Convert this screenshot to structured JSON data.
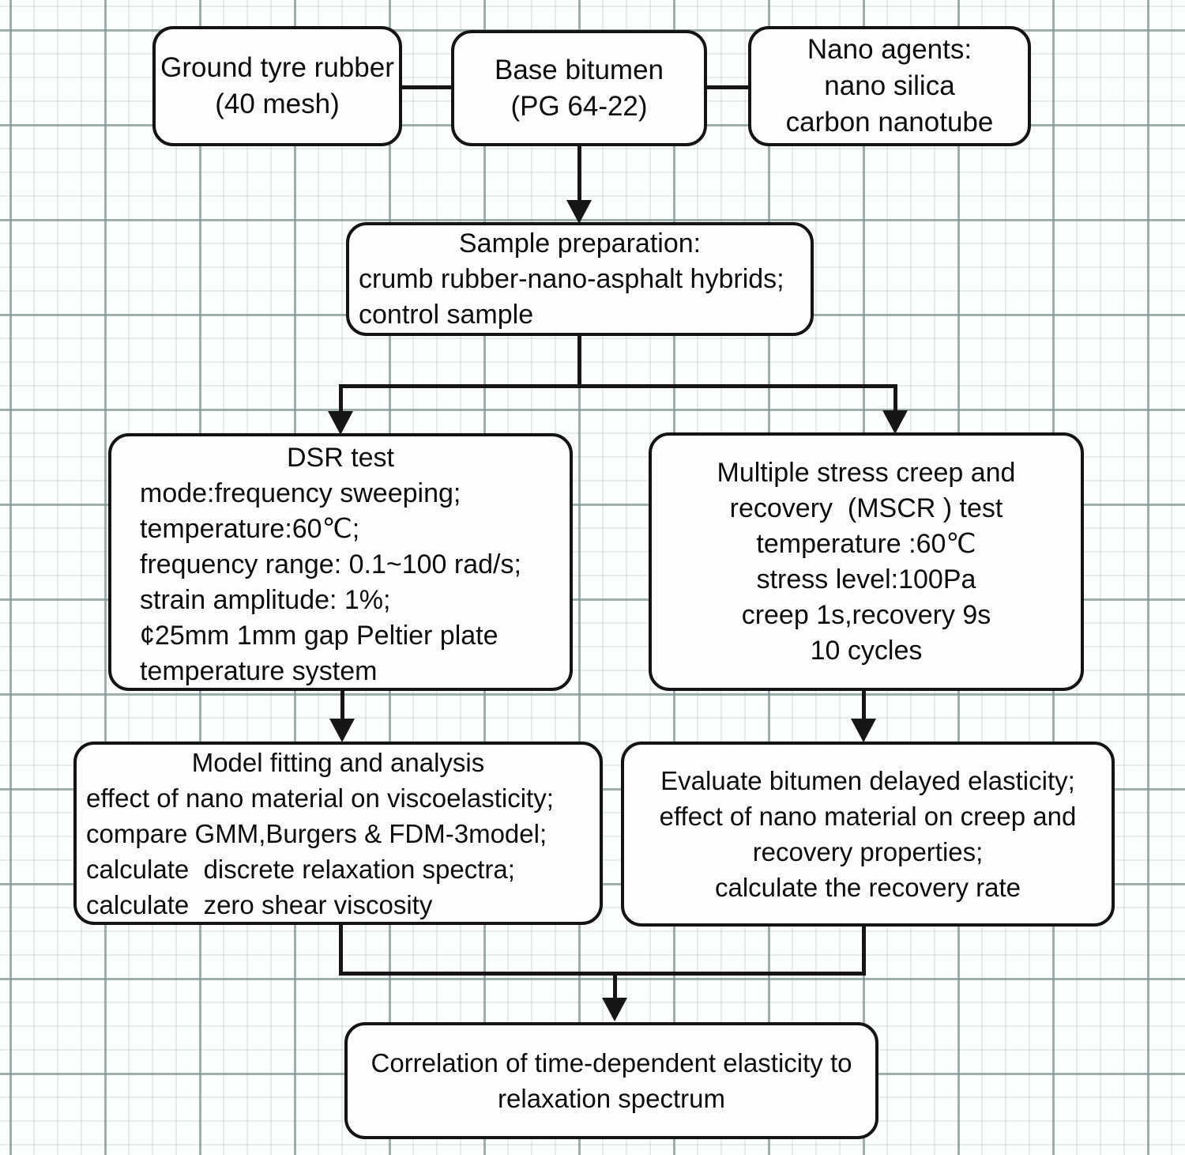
{
  "figure": {
    "type": "flowchart",
    "colors": {
      "box_fill": "#fdfdfd",
      "box_border": "#141414",
      "connector": "#161616",
      "text": "#0d0d0d",
      "grid_major": "#7c9390",
      "grid_minor": "#a8b8b6",
      "background": "#fcfdfd"
    },
    "nodes": {
      "gtr": {
        "lines": [
          "Ground tyre rubber",
          "(40 mesh)"
        ]
      },
      "bb": {
        "lines": [
          "Base bitumen",
          "(PG 64-22)"
        ]
      },
      "nano": {
        "lines": [
          "Nano agents:",
          "nano silica",
          "carbon nanotube"
        ]
      },
      "sample": {
        "lines": [
          "Sample preparation:",
          "crumb rubber-nano-asphalt hybrids;",
          "control sample"
        ]
      },
      "dsr": {
        "lines": [
          "DSR test",
          "mode:frequency sweeping;",
          "temperature:60℃;",
          "frequency range: 0.1~100 rad/s;",
          "strain amplitude: 1%;",
          "¢25mm 1mm gap Peltier plate",
          "temperature system"
        ]
      },
      "mscr": {
        "lines": [
          "Multiple stress creep and",
          "recovery  (MSCR ) test",
          "temperature :60℃",
          "stress level:100Pa",
          "creep 1s,recovery 9s",
          "10 cycles"
        ]
      },
      "model": {
        "lines": [
          "Model fitting and analysis",
          "effect of nano material on viscoelasticity;",
          "compare GMM,Burgers & FDM-3model;",
          "calculate  discrete relaxation spectra;",
          "calculate  zero shear viscosity"
        ]
      },
      "eval": {
        "lines": [
          "Evaluate bitumen delayed elasticity;",
          "effect of nano material on creep and",
          "recovery properties;",
          "calculate the recovery rate"
        ]
      },
      "corr": {
        "lines": [
          "Correlation of time-dependent elasticity to",
          "relaxation spectrum"
        ]
      }
    }
  }
}
